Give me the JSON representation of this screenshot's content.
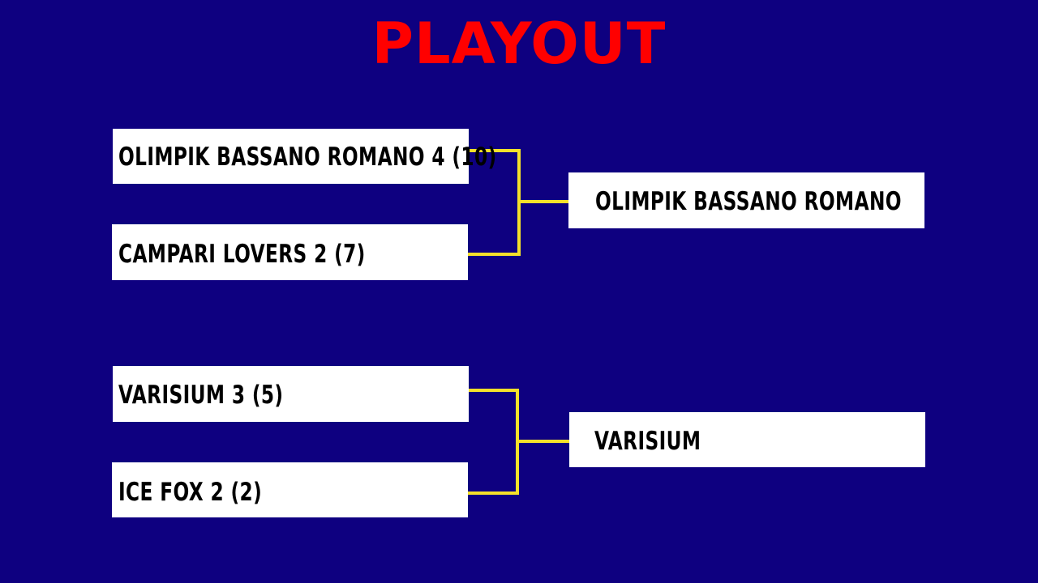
{
  "title": "PLAYOUT",
  "colors": {
    "background": "#0e0080",
    "title": "#ff0000",
    "connector": "#f5e12a",
    "box": "#ffffff",
    "text": "#000000"
  },
  "bracket": {
    "round1": [
      {
        "home": "OLIMPIK BASSANO ROMANO 4 (10)",
        "away": "CAMPARI LOVERS 2 (7)"
      },
      {
        "home": "VARISIUM 3 (5)",
        "away": "ICE FOX 2 (2)"
      }
    ],
    "winners": [
      "OLIMPIK BASSANO ROMANO",
      "VARISIUM"
    ]
  }
}
